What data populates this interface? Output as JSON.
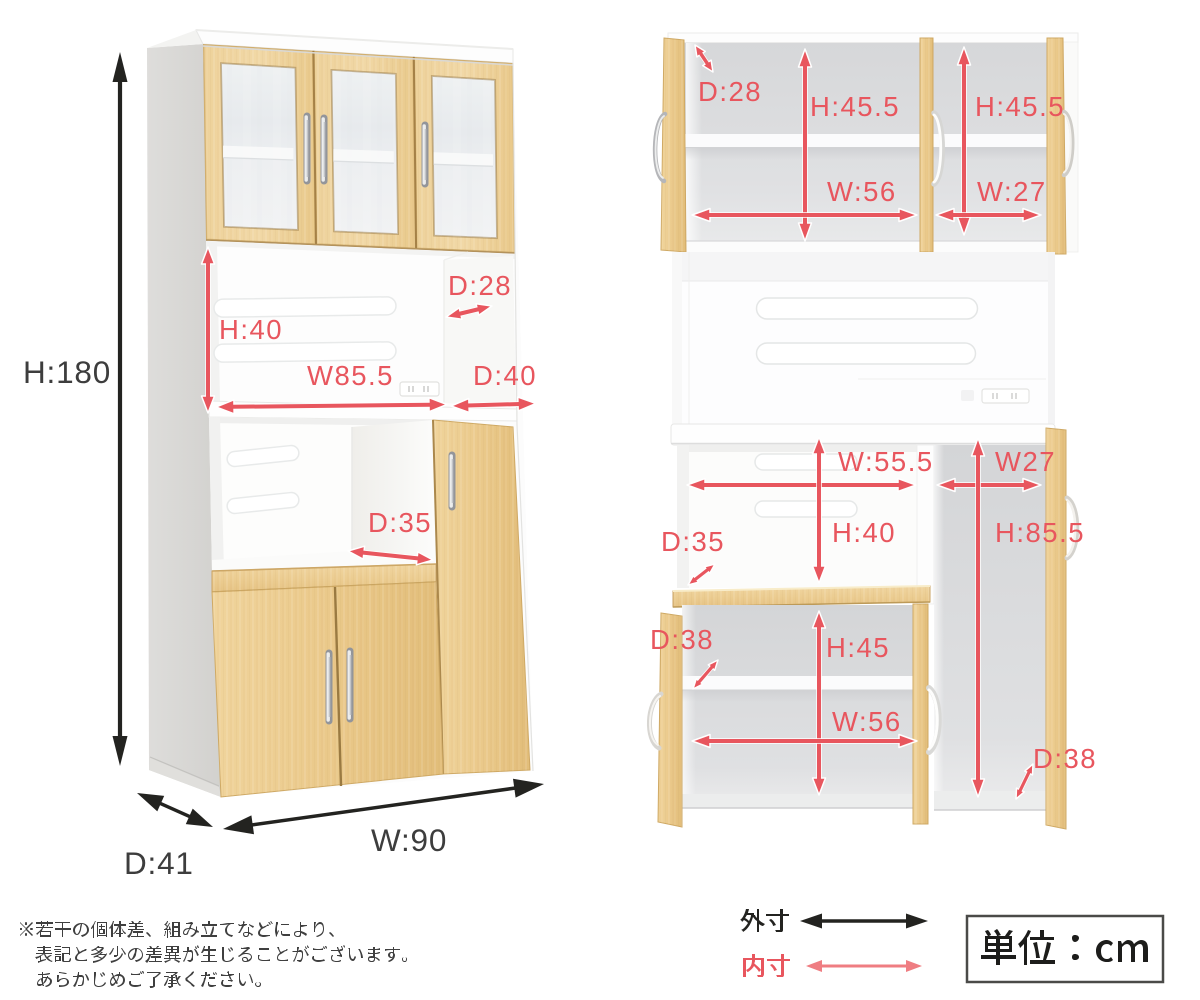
{
  "page": {
    "type": "furniture dimension diagram",
    "product": "kitchen cupboard / range board",
    "background": "#ffffff"
  },
  "colors": {
    "outer_dimension": "#232320",
    "inner_dimension": "#e8565e",
    "wood": "#eccd92",
    "label_text": "#3d3d3d"
  },
  "left_view": {
    "description": "closed cabinet perspective view",
    "dimensions": {
      "total_height": "H:180",
      "total_width": "W:90",
      "total_depth": "D:41",
      "open_height": "H:40",
      "open_width": "W85.5",
      "hutch_depth": "D:28",
      "counter_depth": "D:40",
      "microwave_depth": "D:35"
    }
  },
  "right_view": {
    "description": "open cabinet front view with inner dimensions",
    "dimensions": {
      "hutch_depth": "D:28",
      "hutch_left_height": "H:45.5",
      "hutch_right_height": "H:45.5",
      "hutch_left_width": "W:56",
      "hutch_right_width": "W:27",
      "mid_left_width": "W:55.5",
      "mid_right_width": "W27",
      "mid_height": "H:40",
      "mid_depth": "D:35",
      "column_height": "H:85.5",
      "lower_height": "H:45",
      "lower_width": "W:56",
      "lower_depth": "D:38",
      "lower_right_depth": "D:38"
    }
  },
  "legend": {
    "outer_label": "外寸",
    "inner_label": "内寸",
    "unit_label": "単位：cm"
  },
  "footnote": {
    "lines": [
      "※若干の個体差、組み立てなどにより、",
      "表記と多少の差異が生じることがございます。",
      "あらかじめご了承ください。"
    ]
  }
}
